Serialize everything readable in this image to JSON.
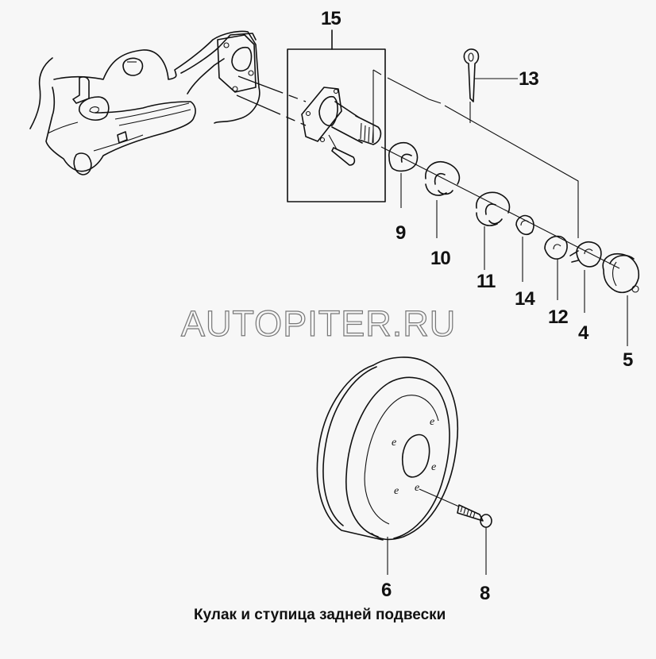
{
  "diagram": {
    "caption": "Кулак и ступица задней подвески",
    "watermark": "AUTOPITER.RU",
    "callouts": [
      {
        "id": "15",
        "label": "15",
        "part": "stub-axle-assembly"
      },
      {
        "id": "13",
        "label": "13",
        "part": "cotter-pin"
      },
      {
        "id": "9",
        "label": "9",
        "part": "oil-seal"
      },
      {
        "id": "10",
        "label": "10",
        "part": "inner-bearing"
      },
      {
        "id": "11",
        "label": "11",
        "part": "outer-bearing"
      },
      {
        "id": "14",
        "label": "14",
        "part": "bearing-race"
      },
      {
        "id": "12",
        "label": "12",
        "part": "washer"
      },
      {
        "id": "4",
        "label": "4",
        "part": "castle-nut"
      },
      {
        "id": "5",
        "label": "5",
        "part": "hub-cap"
      },
      {
        "id": "6",
        "label": "6",
        "part": "brake-drum"
      },
      {
        "id": "8",
        "label": "8",
        "part": "drum-screw"
      }
    ]
  }
}
